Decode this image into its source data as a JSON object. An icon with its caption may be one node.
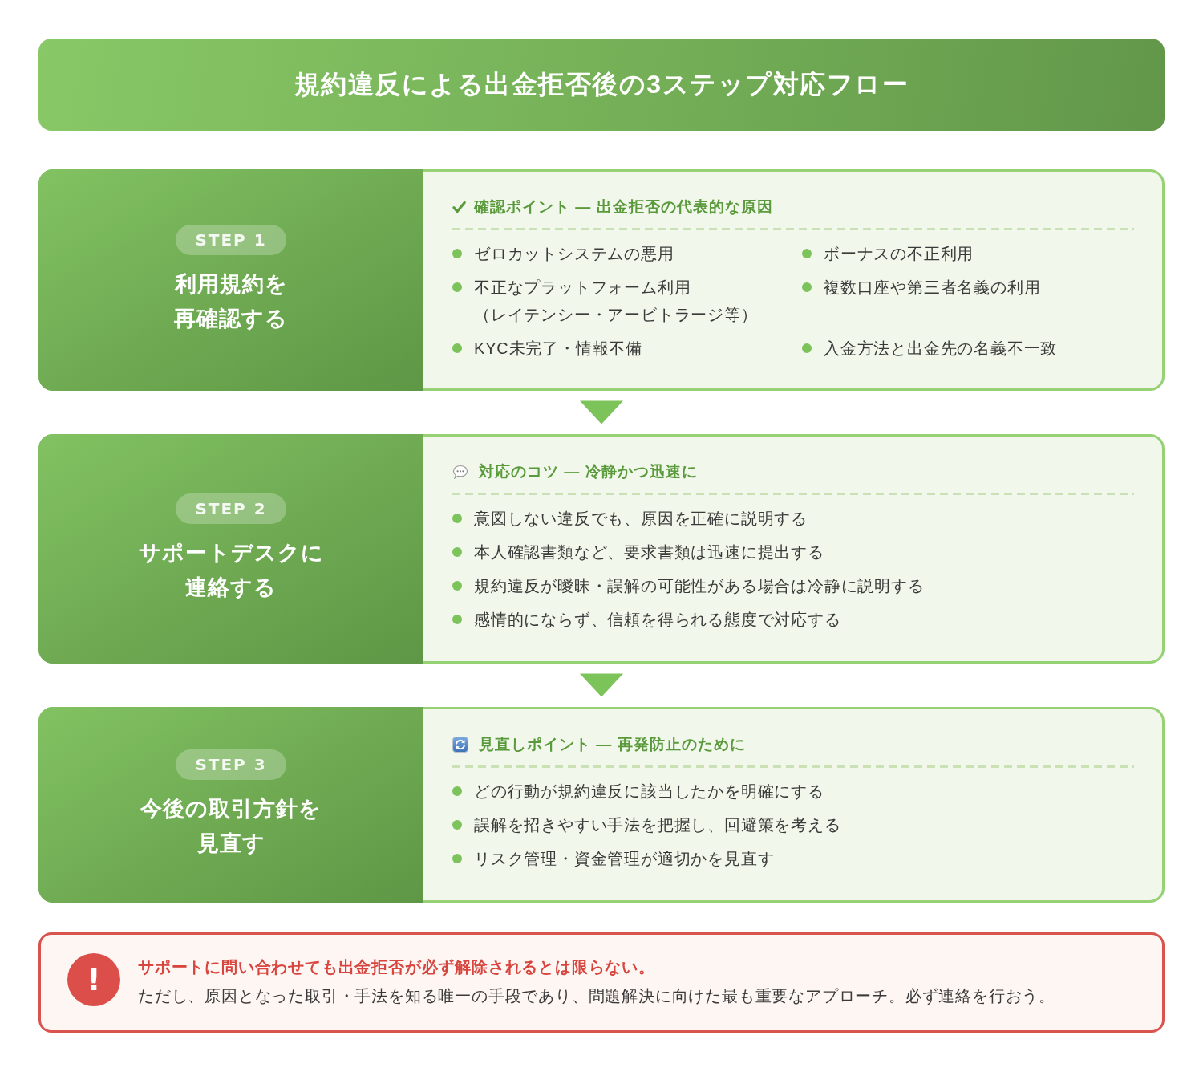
{
  "diagram": {
    "title": "規約違反による出金拒否後の3ステップ対応フロー",
    "nodes": [
      {
        "text": [
          "確認ポイント — 出金拒否の代表的な原因",
          "ゼロカットシステムの悪用",
          "ボーナスの不正利用",
          "不正なプラットフォーム利用（レイテンシー・アービトラージ等）",
          "複数口座や第三者名義の利用",
          "KYC未完了・情報不備",
          "入金方法と出金先の名義不一致"
        ]
      },
      {
        "text": [
          "利用規約を再確認する"
        ],
        "in": 0
      },
      {
        "text": [
          "STEP 1"
        ],
        "in": 1
      },
      {
        "text": [
          "対応のコツ — 冷静かつ迅速に",
          "意図しない違反でも、原因を正確に説明する",
          "本人確認書類など、要求書類は迅速に提出する",
          "規約違反が曖昧・誤解の可能性がある場合は冷静に説明する",
          "感情的にならず、信頼を得られる態度で対応する"
        ]
      },
      {
        "text": [
          "サポートデスクに連絡する"
        ],
        "in": 3
      },
      {
        "text": [
          "STEP 2"
        ],
        "in": 4
      },
      {
        "text": [
          "見直しポイント — 再発防止のために",
          "どの行動が規約違反に該当したかを明確にする",
          "誤解を招きやすい手法を把握し、回避策を考える",
          "リスク管理・資金管理が適切かを見直す"
        ]
      },
      {
        "text": [
          "今後の取引方針を見直す"
        ],
        "in": 6
      },
      {
        "text": [
          "STEP 3"
        ],
        "in": 7
      },
      {
        "text": [
          "サポートに問い合わせても出金拒否が必ず解除されるとは限らない。",
          "ただし、原因となった取引・手法を知る唯一の手段であり、問題解決に向けた最も重要なアプローチ。必ず連絡を行おう。"
        ]
      },
      {
        "text": [
          "!"
        ],
        "in": 9
      }
    ],
    "edges": [
      {
        "from": 0,
        "to": 3,
        "arrow": "to"
      },
      {
        "from": 3,
        "to": 6,
        "arrow": "to"
      }
    ]
  }
}
